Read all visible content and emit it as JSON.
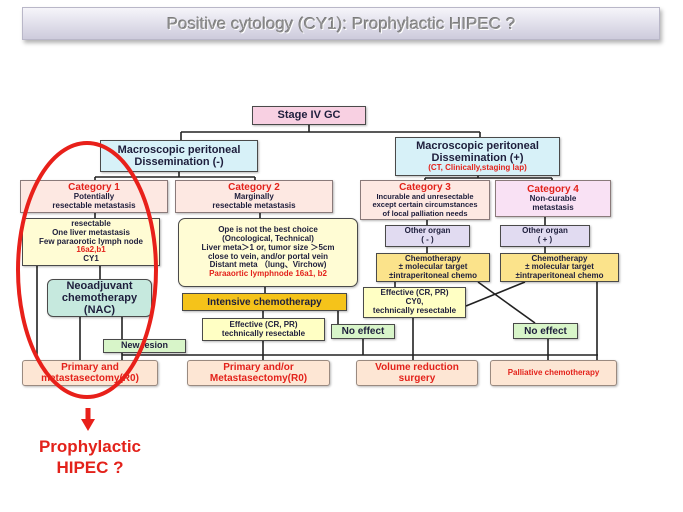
{
  "title": "Positive cytology (CY1): Prophylactic HIPEC ?",
  "stage": "Stage IV GC",
  "dissemination_negative": {
    "lines": [
      "Macroscopic peritoneal",
      "Dissemination (-)"
    ]
  },
  "dissemination_positive": {
    "lines": [
      "Macroscopic peritoneal",
      "Dissemination (+)"
    ],
    "note": "(CT, Clinically,staging lap)"
  },
  "category1": {
    "label": "Category 1",
    "lines": [
      "Potentially",
      "resectable metastasis"
    ]
  },
  "category2": {
    "label": "Category 2",
    "lines": [
      "Marginally",
      "resectable metastasis"
    ]
  },
  "category3": {
    "label": "Category 3",
    "lines": [
      "Incurable and unresectable",
      "except certain circumstances",
      "of local palliation needs"
    ]
  },
  "category4": {
    "label": "Category 4",
    "lines": [
      "Non-curable",
      "metastasis"
    ]
  },
  "category1_criteria": {
    "lines": [
      "resectable",
      "One liver metastasis",
      "Few paraorotic lymph node"
    ],
    "nodes": "16a2,b1",
    "cytology": "CY1"
  },
  "category2_criteria": {
    "lines": [
      "Ope is not the best choice",
      "(Oncological, Technical)",
      "Liver meta＞1 or, tumor size ＞5cm",
      "close to vein, and/or portal vein",
      "Distant meta （lung、Virchow)"
    ],
    "nodes": "Paraaortic lymphnode 16a1, b2"
  },
  "nac": {
    "lines": [
      "Neoadjuvant",
      "chemotherapy",
      "(NAC)"
    ]
  },
  "intensive_chemo": "Intensive chemotherapy",
  "effective_cat2": {
    "lines": [
      "Effective (CR, PR)",
      "technically resectable"
    ]
  },
  "no_effect_cat2": "No effect",
  "new_lesion": "New lesion",
  "other_organ_negative": {
    "lines": [
      "Other organ",
      "( - )"
    ]
  },
  "other_organ_positive": {
    "lines": [
      "Other organ",
      "( + )"
    ]
  },
  "chemo_cat3": {
    "lines": [
      "Chemotherapy",
      "± molecular target",
      "±intraperitoneal chemo"
    ]
  },
  "chemo_cat4": {
    "lines": [
      "Chemotherapy",
      "± molecular target",
      "±intraperitoneal chemo"
    ]
  },
  "effective_cat3": {
    "lines": [
      "Effective (CR, PR)",
      "CY0,",
      "technically resectable"
    ]
  },
  "no_effect_cat34": "No effect",
  "outcomes": {
    "primary_metastasectomy": [
      "Primary and",
      "metastasectomy(R0)"
    ],
    "primary_or_metastasectomy": [
      "Primary and/or",
      "Metastasectomy(R0)"
    ],
    "volume_reduction": [
      "Volume reduction",
      "surgery"
    ],
    "palliative": [
      "Palliative chemotherapy"
    ]
  },
  "callout": {
    "lines": [
      "Prophylactic",
      "HIPEC ?"
    ],
    "arrow_icon": "down-arrow"
  },
  "colors": {
    "ink": "#1e1e3c",
    "red_text": "#e3221b",
    "highlight_red": "#e8201a",
    "stage_fill": "#f8d0e2",
    "dissemination_fill": "#d7f1f8",
    "category_fill": "#fde8e2",
    "category4_fill": "#f9e1f4",
    "criteria_fill": "#fffcd4",
    "nac_fill": "#c6e9de",
    "intensive_fill": "#f5c31a",
    "effective_fill": "#ffffc4",
    "no_effect_fill": "#d8f5c9",
    "outcome_fill": "#fde6d4",
    "other_organ_fill": "#e1dbf1",
    "chemo_fill": "#fbe38b"
  }
}
